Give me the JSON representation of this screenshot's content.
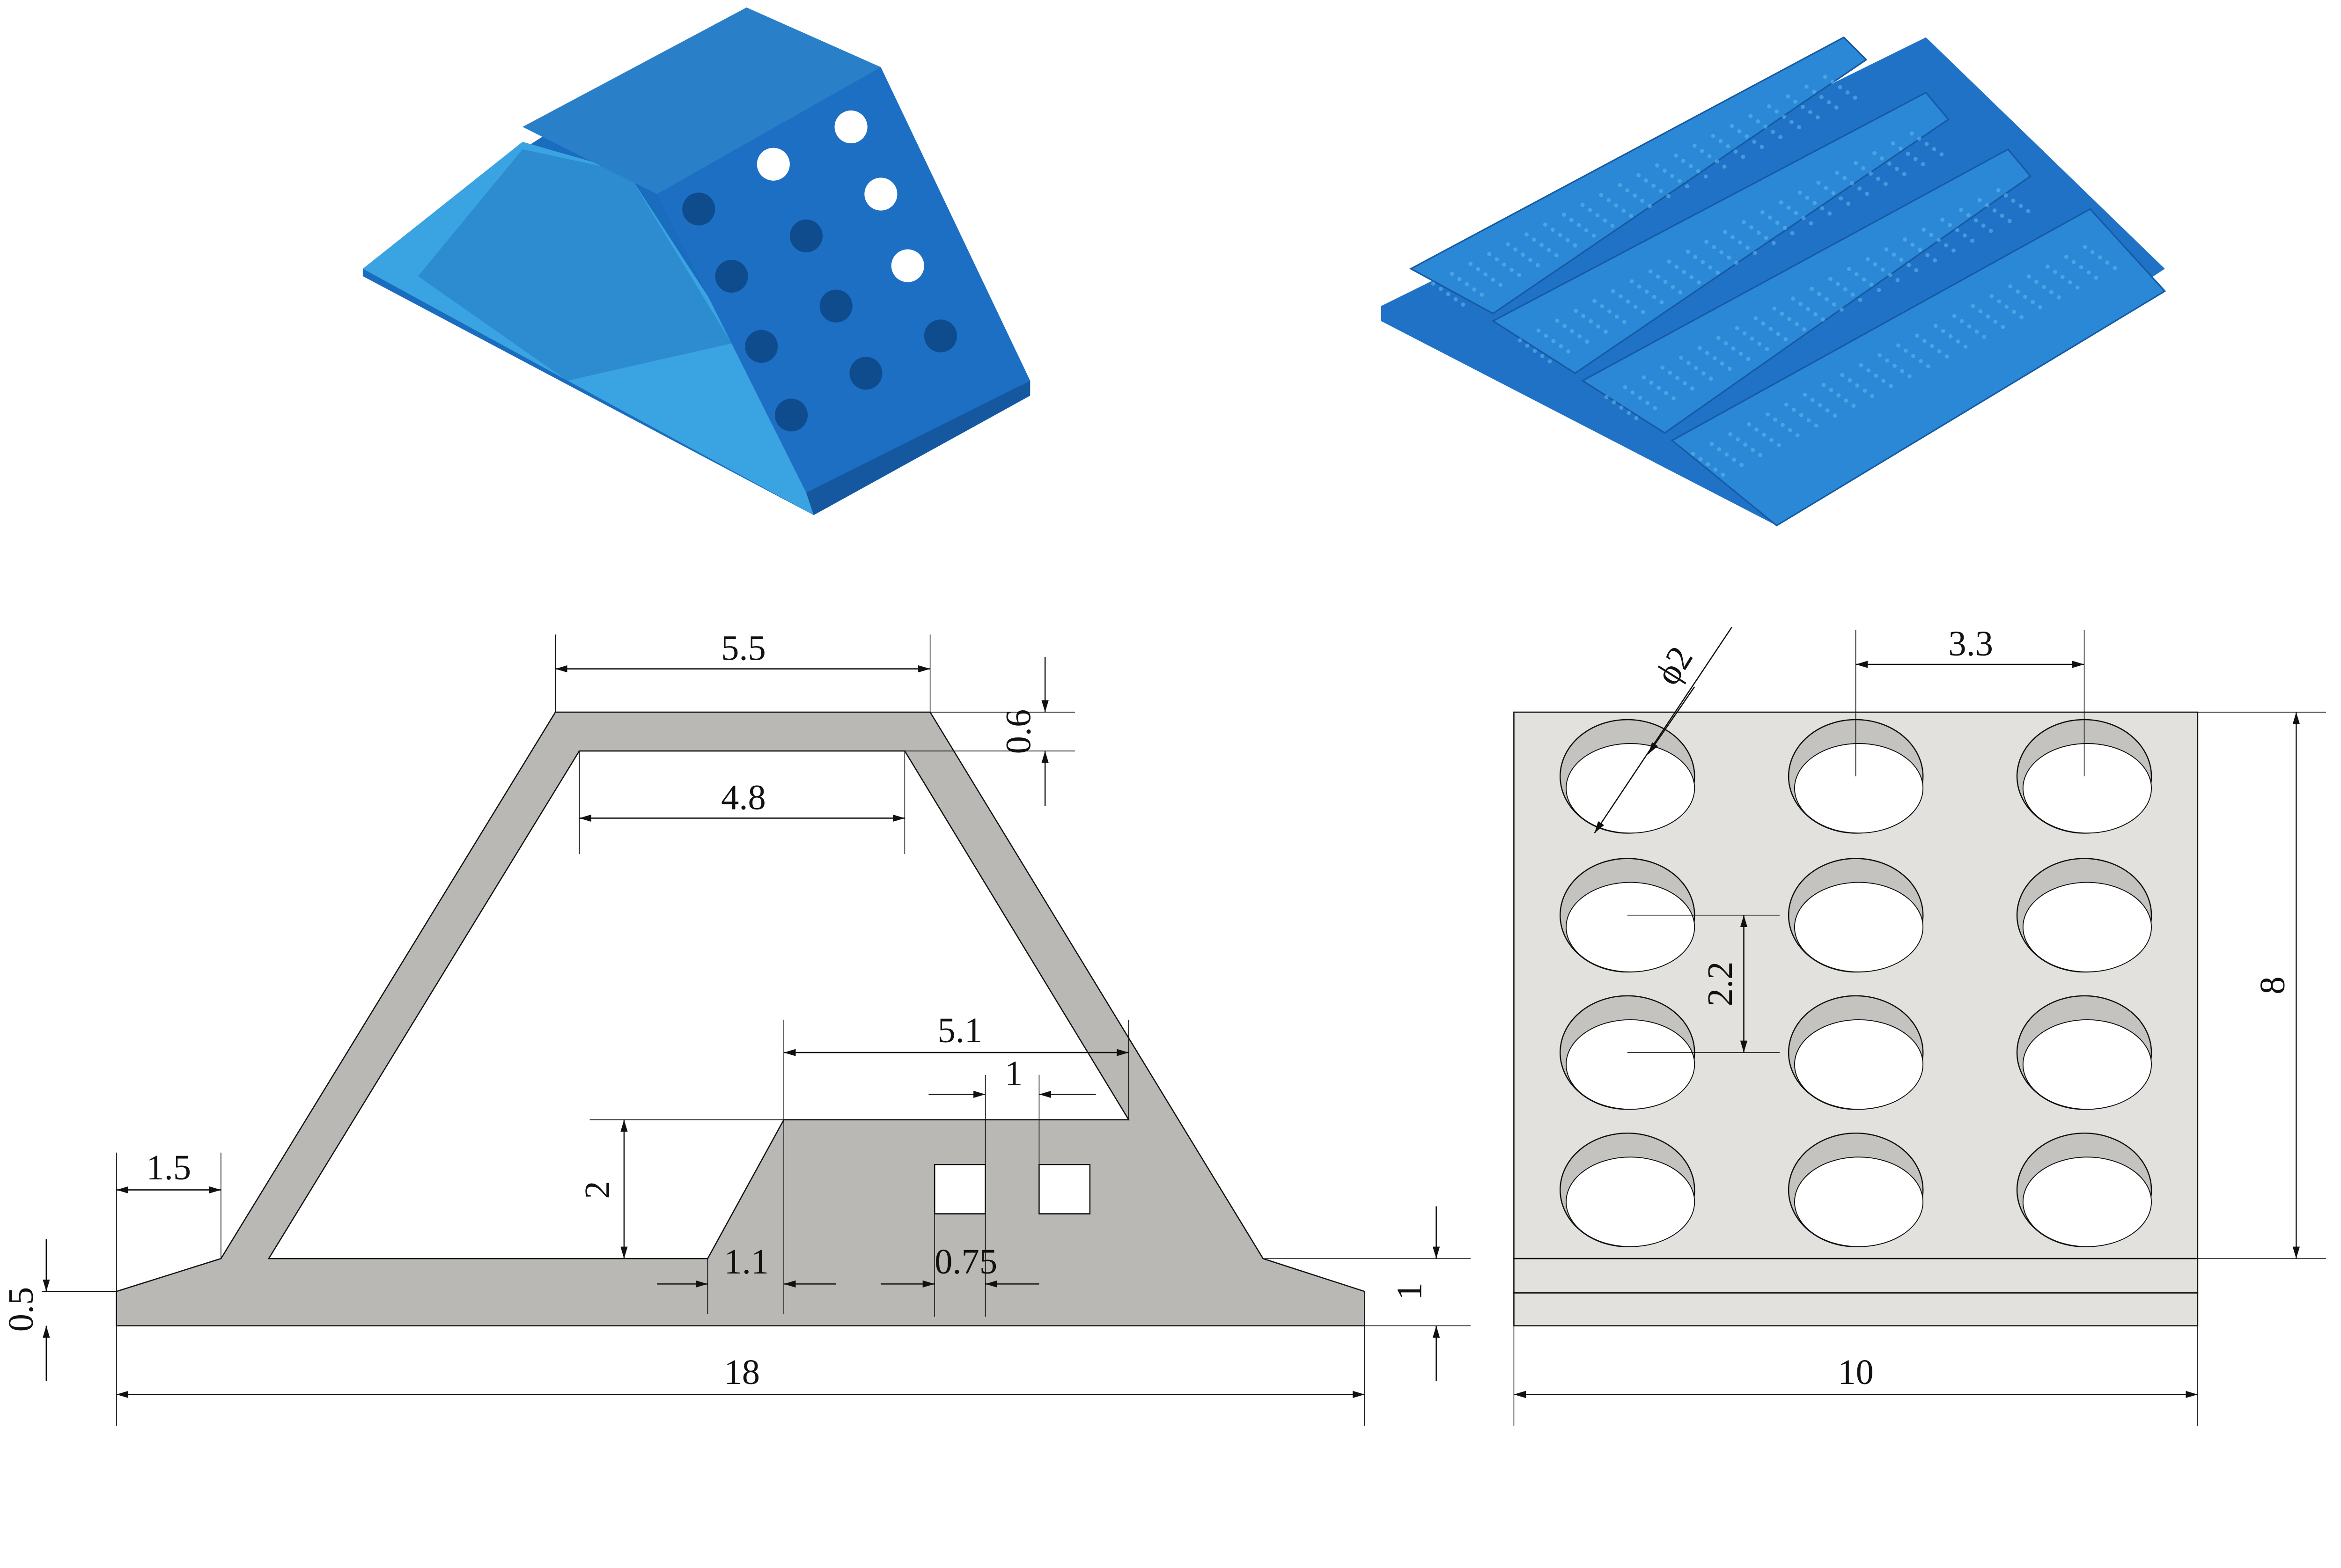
{
  "colors": {
    "render_blue": "#1f74c6",
    "render_light": "#3aa3e2",
    "section_gray": "#b9b8b4",
    "plate_gray": "#e2e1dd"
  },
  "cross_section": {
    "dims": {
      "top_outer": "5.5",
      "top_thickness": "0.6",
      "top_inner": "4.8",
      "inner_block_width": "5.1",
      "hole_spacing": "1",
      "block_height": "2",
      "toe_width": "1.5",
      "base_thickness": "0.5",
      "block_slope": "1.1",
      "hole_size": "0.75",
      "step_height": "1",
      "total_width": "18"
    }
  },
  "plate_view": {
    "dims": {
      "hole_diameter": "ϕ2",
      "column_spacing": "3.3",
      "row_spacing": "2.2",
      "height": "8",
      "width": "10"
    }
  }
}
